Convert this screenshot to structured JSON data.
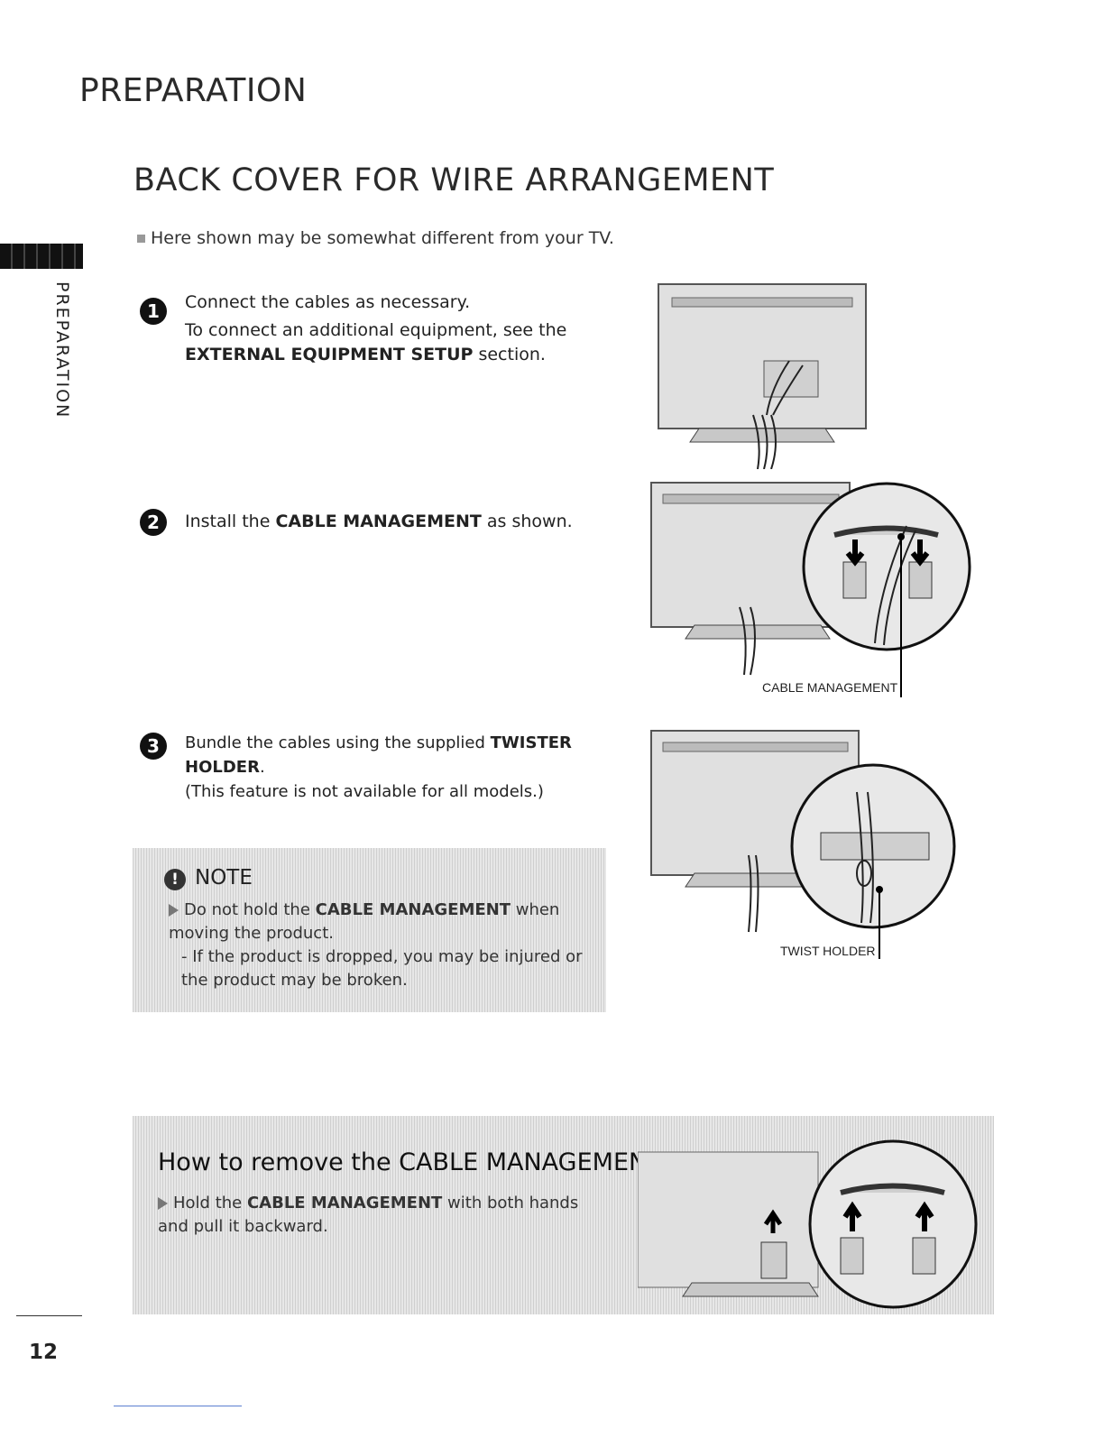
{
  "section_header": "PREPARATION",
  "page_title": "BACK COVER FOR WIRE ARRANGEMENT",
  "side_tab_label": "PREPARATION",
  "intro": "Here shown may be somewhat different from your TV.",
  "step1": {
    "num": "1",
    "line1": "Connect the cables as necessary.",
    "line2": "To connect an additional equipment, see the",
    "line3_bold": "EXTERNAL EQUIPMENT SETUP",
    "line3_rest": " section."
  },
  "step2": {
    "num": "2",
    "pre": "Install the ",
    "bold": "CABLE MANAGEMENT",
    "post": " as shown."
  },
  "step3": {
    "num": "3",
    "pre": "Bundle the cables using the supplied ",
    "bold": "TWISTER HOLDER",
    "post": ".",
    "line2": "(This feature is not available for all models.)"
  },
  "note": {
    "icon": "!",
    "title": "NOTE",
    "b1_pre": "Do not hold the ",
    "b1_bold": "CABLE MANAGEMENT",
    "b1_post": " when moving the product.",
    "b2": "- If the product is dropped, you may be injured or the product may be broken."
  },
  "callouts": {
    "cable_management": "CABLE MANAGEMENT",
    "twist_holder": "TWIST HOLDER"
  },
  "remove": {
    "title": "How to remove the CABLE MANAGEMENT",
    "pre": "Hold the ",
    "bold": "CABLE MANAGEMENT",
    "post": " with both hands and pull it backward."
  },
  "page_number": "12"
}
